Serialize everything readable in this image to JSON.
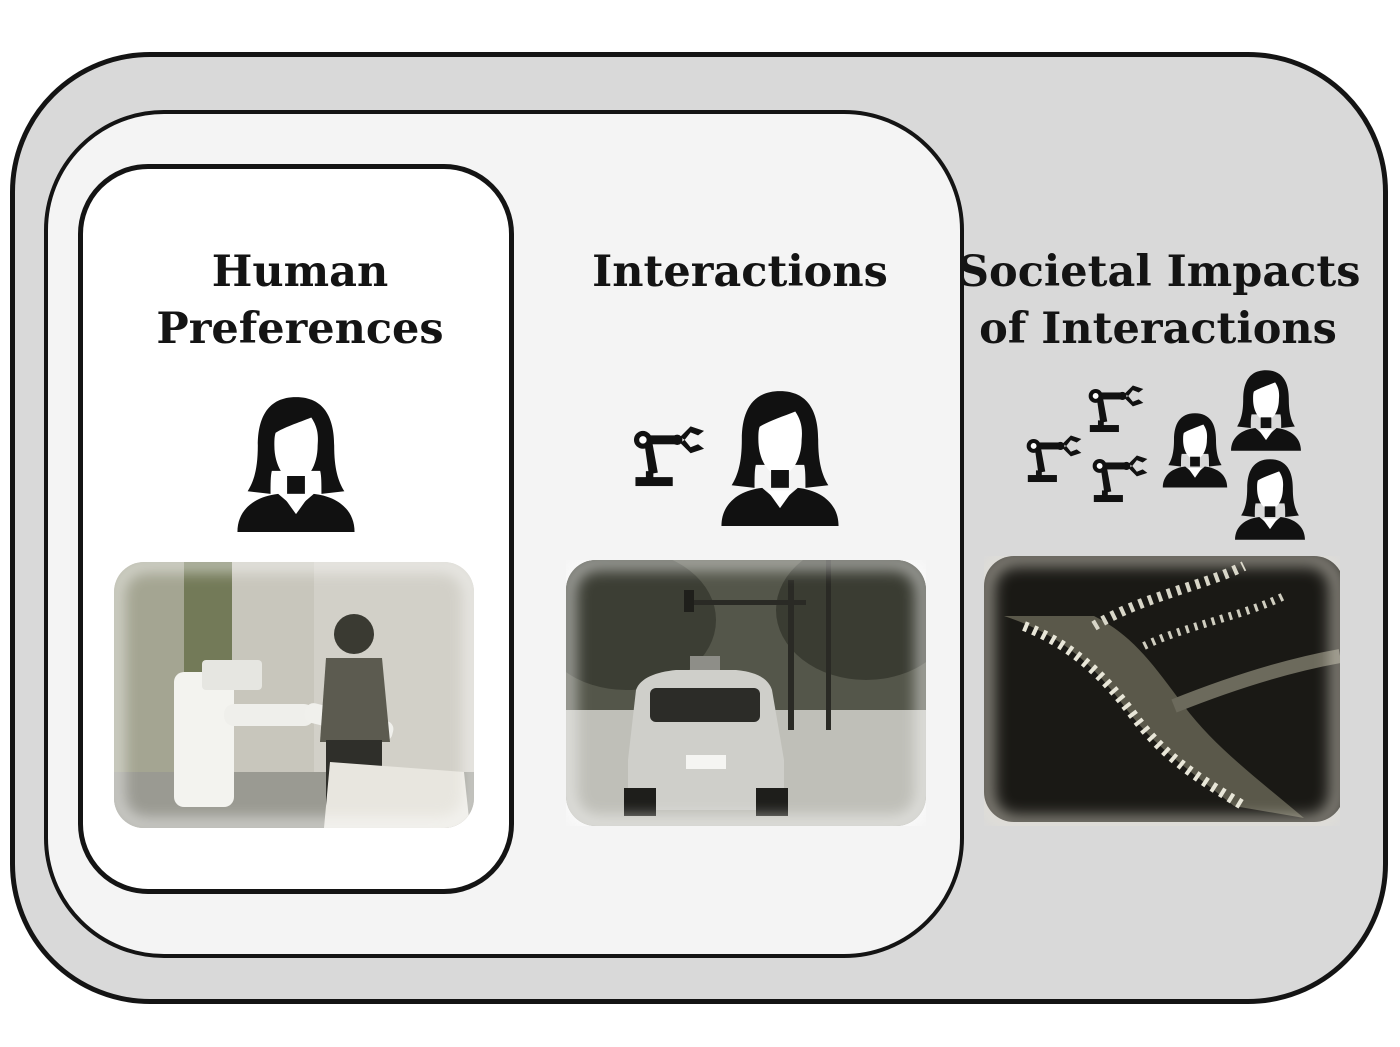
{
  "panels": {
    "human_preferences": {
      "title_line1": "Human",
      "title_line2": "Preferences"
    },
    "interactions": {
      "title": "Interactions"
    },
    "societal_impacts": {
      "title_line1": "Societal Impacts",
      "title_line2": "of Interactions"
    }
  },
  "icons": {
    "person": "woman-person-icon",
    "robot": "robot-arm-icon"
  },
  "photos": {
    "lab": "human-robot-lab-photo",
    "street": "autonomous-car-street-photo",
    "traffic": "highway-traffic-night-photo"
  },
  "colors": {
    "outer_fill": "#d9d9d9",
    "middle_fill": "#f4f4f4",
    "inner_fill": "#ffffff",
    "stroke": "#141414"
  }
}
